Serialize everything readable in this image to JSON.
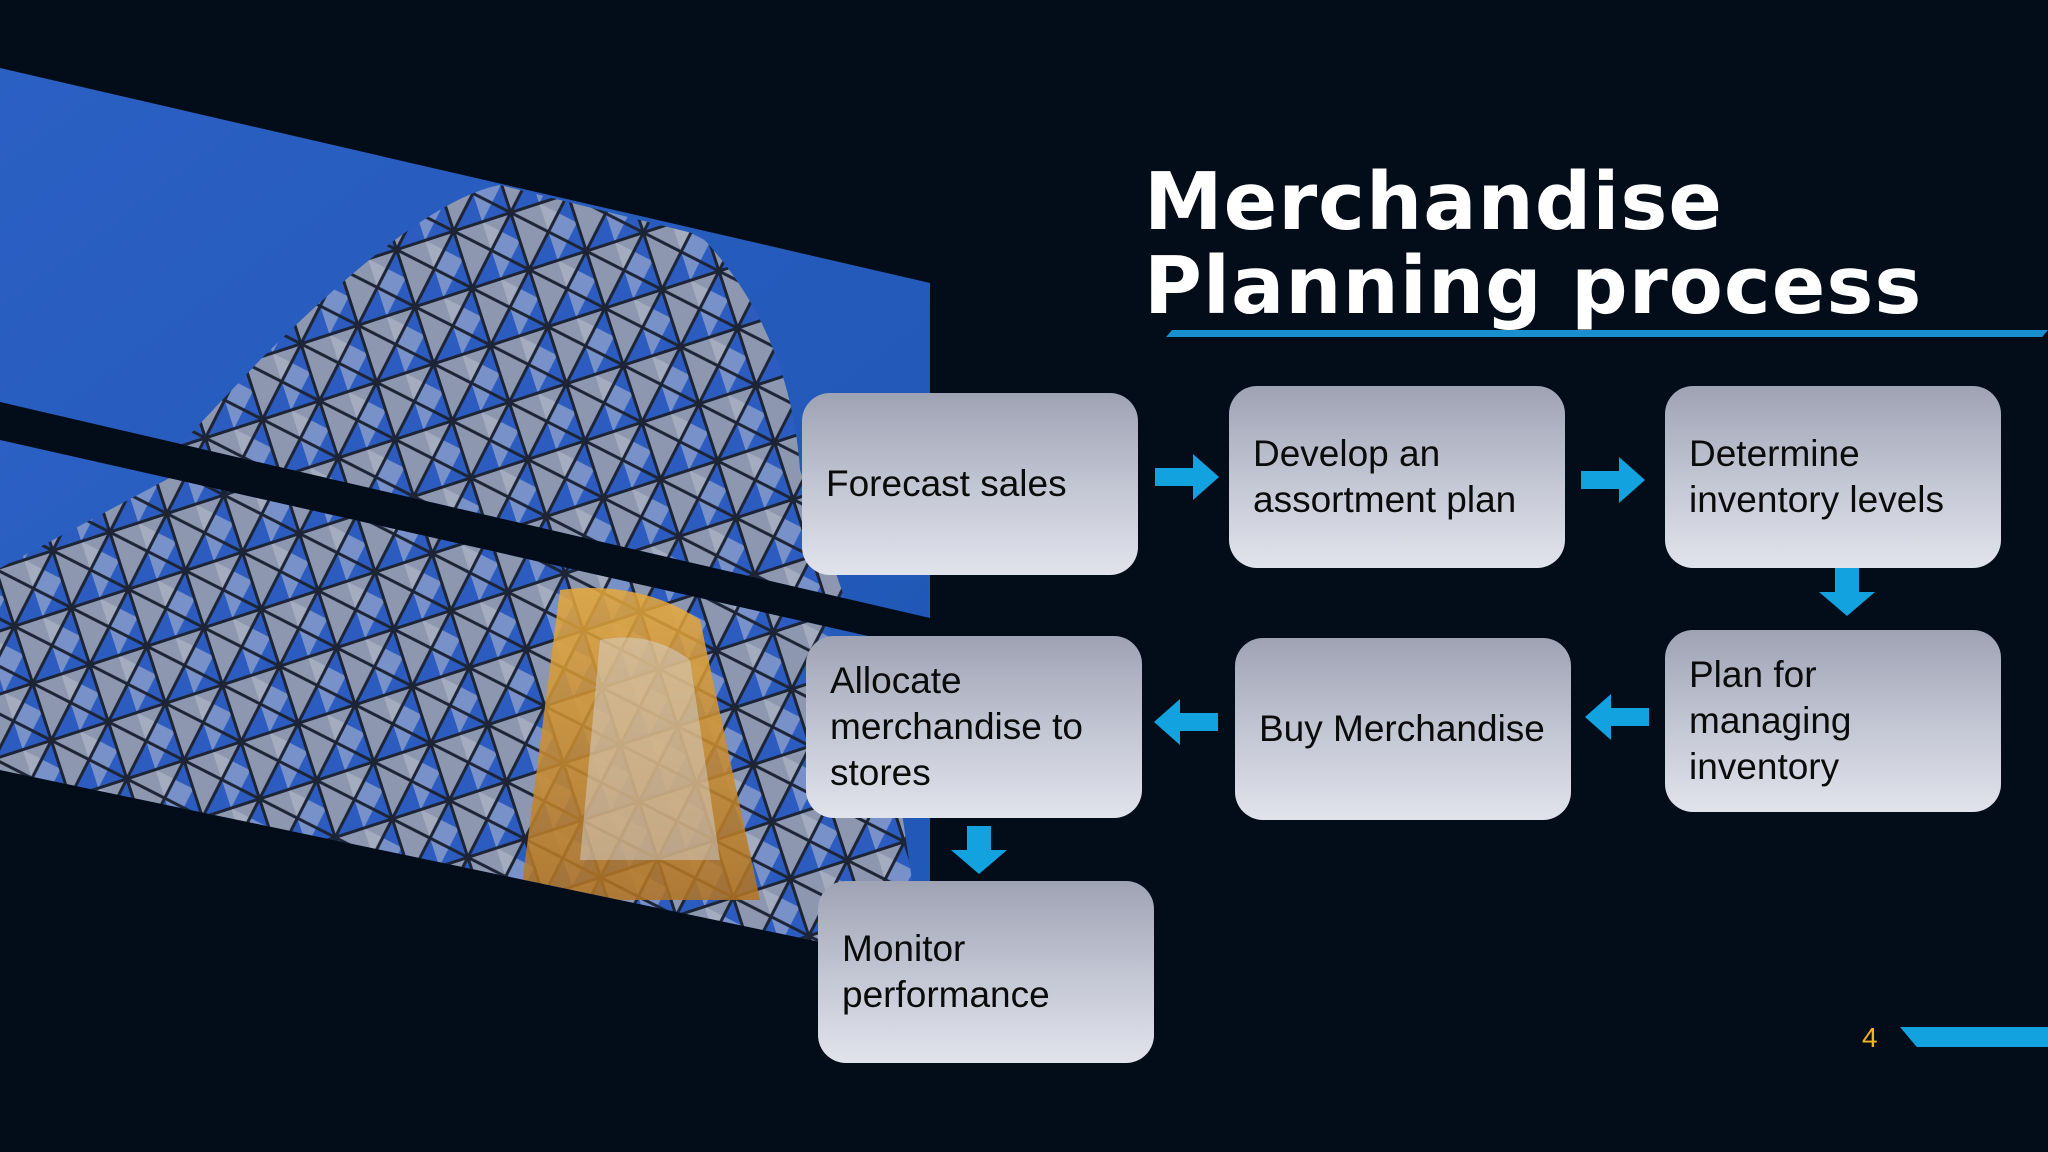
{
  "slide": {
    "title_line1": "Merchandise",
    "title_line2": "Planning process",
    "page_number": "4"
  },
  "process_steps": [
    {
      "label": "Forecast sales"
    },
    {
      "label": "Develop an assortment plan"
    },
    {
      "label": "Determine inventory levels"
    },
    {
      "label": "Plan for managing inventory"
    },
    {
      "label": "Buy Merchandise"
    },
    {
      "label": "Allocate merchandise to stores"
    },
    {
      "label": "Monitor performance"
    }
  ],
  "colors": {
    "background": "#020d19",
    "accent_blue": "#12a2e0",
    "page_number": "#f2b51d",
    "box_fill_top": "#9ea3b4",
    "box_fill_bottom": "#e1e3ec"
  }
}
